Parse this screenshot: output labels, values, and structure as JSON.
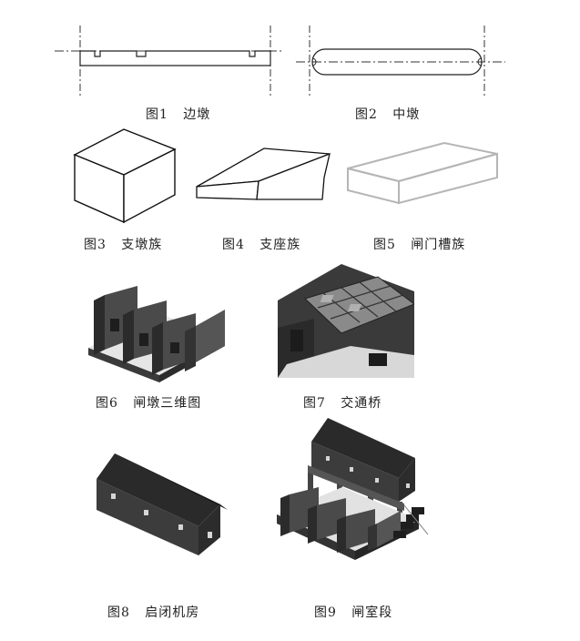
{
  "figures": [
    {
      "label": "图1",
      "caption": "边墩"
    },
    {
      "label": "图2",
      "caption": "中墩"
    },
    {
      "label": "图3",
      "caption": "支墩族"
    },
    {
      "label": "图4",
      "caption": "支座族"
    },
    {
      "label": "图5",
      "caption": "闸门槽族"
    },
    {
      "label": "图6",
      "caption": "闸墩三维图"
    },
    {
      "label": "图7",
      "caption": "交通桥"
    },
    {
      "label": "图8",
      "caption": "启闭机房"
    },
    {
      "label": "图9",
      "caption": "闸室段"
    }
  ]
}
